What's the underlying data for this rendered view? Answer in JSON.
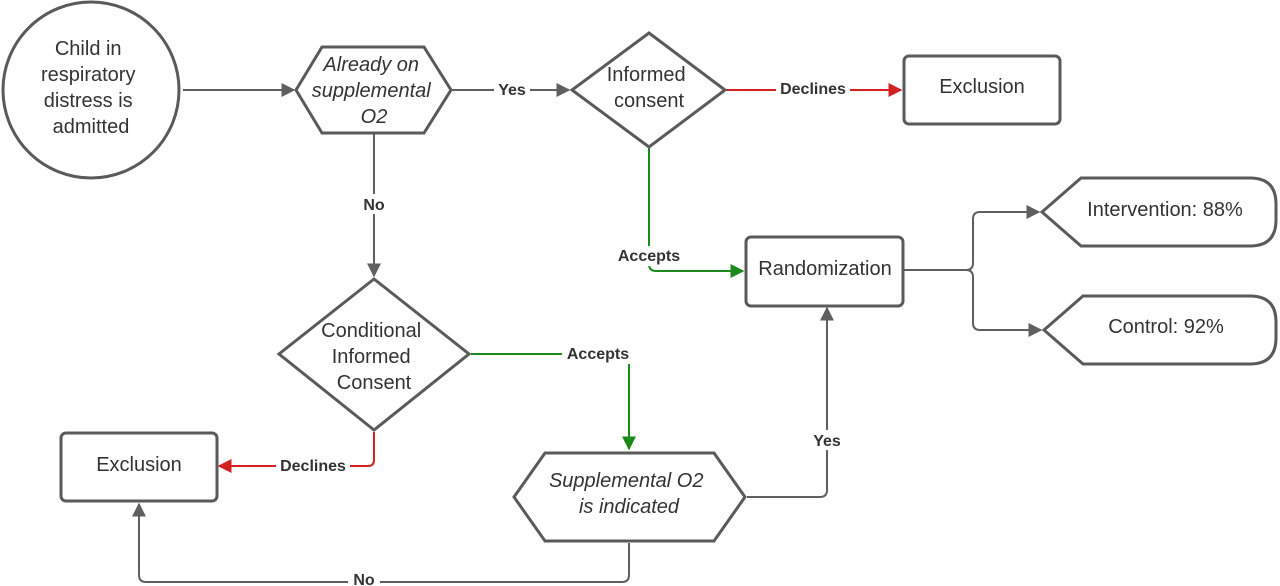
{
  "colors": {
    "neutral": "#5f5f5f",
    "accept": "#1a8a1a",
    "decline": "#d42020",
    "text": "#333333"
  },
  "nodes": {
    "start": {
      "lines": [
        "Child in",
        "respiratory",
        "distress is",
        "admitted"
      ]
    },
    "already_on_o2": {
      "lines": [
        "Already on",
        "supplemental",
        "O2"
      ]
    },
    "informed_consent": {
      "lines": [
        "Informed",
        "consent"
      ]
    },
    "exclusion_top": {
      "lines": [
        "Exclusion"
      ]
    },
    "randomization": {
      "lines": [
        "Randomization"
      ]
    },
    "intervention": {
      "lines": [
        "Intervention: 88%"
      ]
    },
    "control": {
      "lines": [
        "Control: 92%"
      ]
    },
    "conditional_consent": {
      "lines": [
        "Conditional",
        "Informed",
        "Consent"
      ]
    },
    "exclusion_bottom": {
      "lines": [
        "Exclusion"
      ]
    },
    "o2_indicated": {
      "lines": [
        "Supplemental O2",
        "is indicated"
      ]
    }
  },
  "edge_labels": {
    "yes_top": "Yes",
    "declines_top": "Declines",
    "no_left": "No",
    "accepts_top": "Accepts",
    "accepts_bottom": "Accepts",
    "declines_bottom": "Declines",
    "yes_right": "Yes",
    "no_bottom": "No"
  }
}
